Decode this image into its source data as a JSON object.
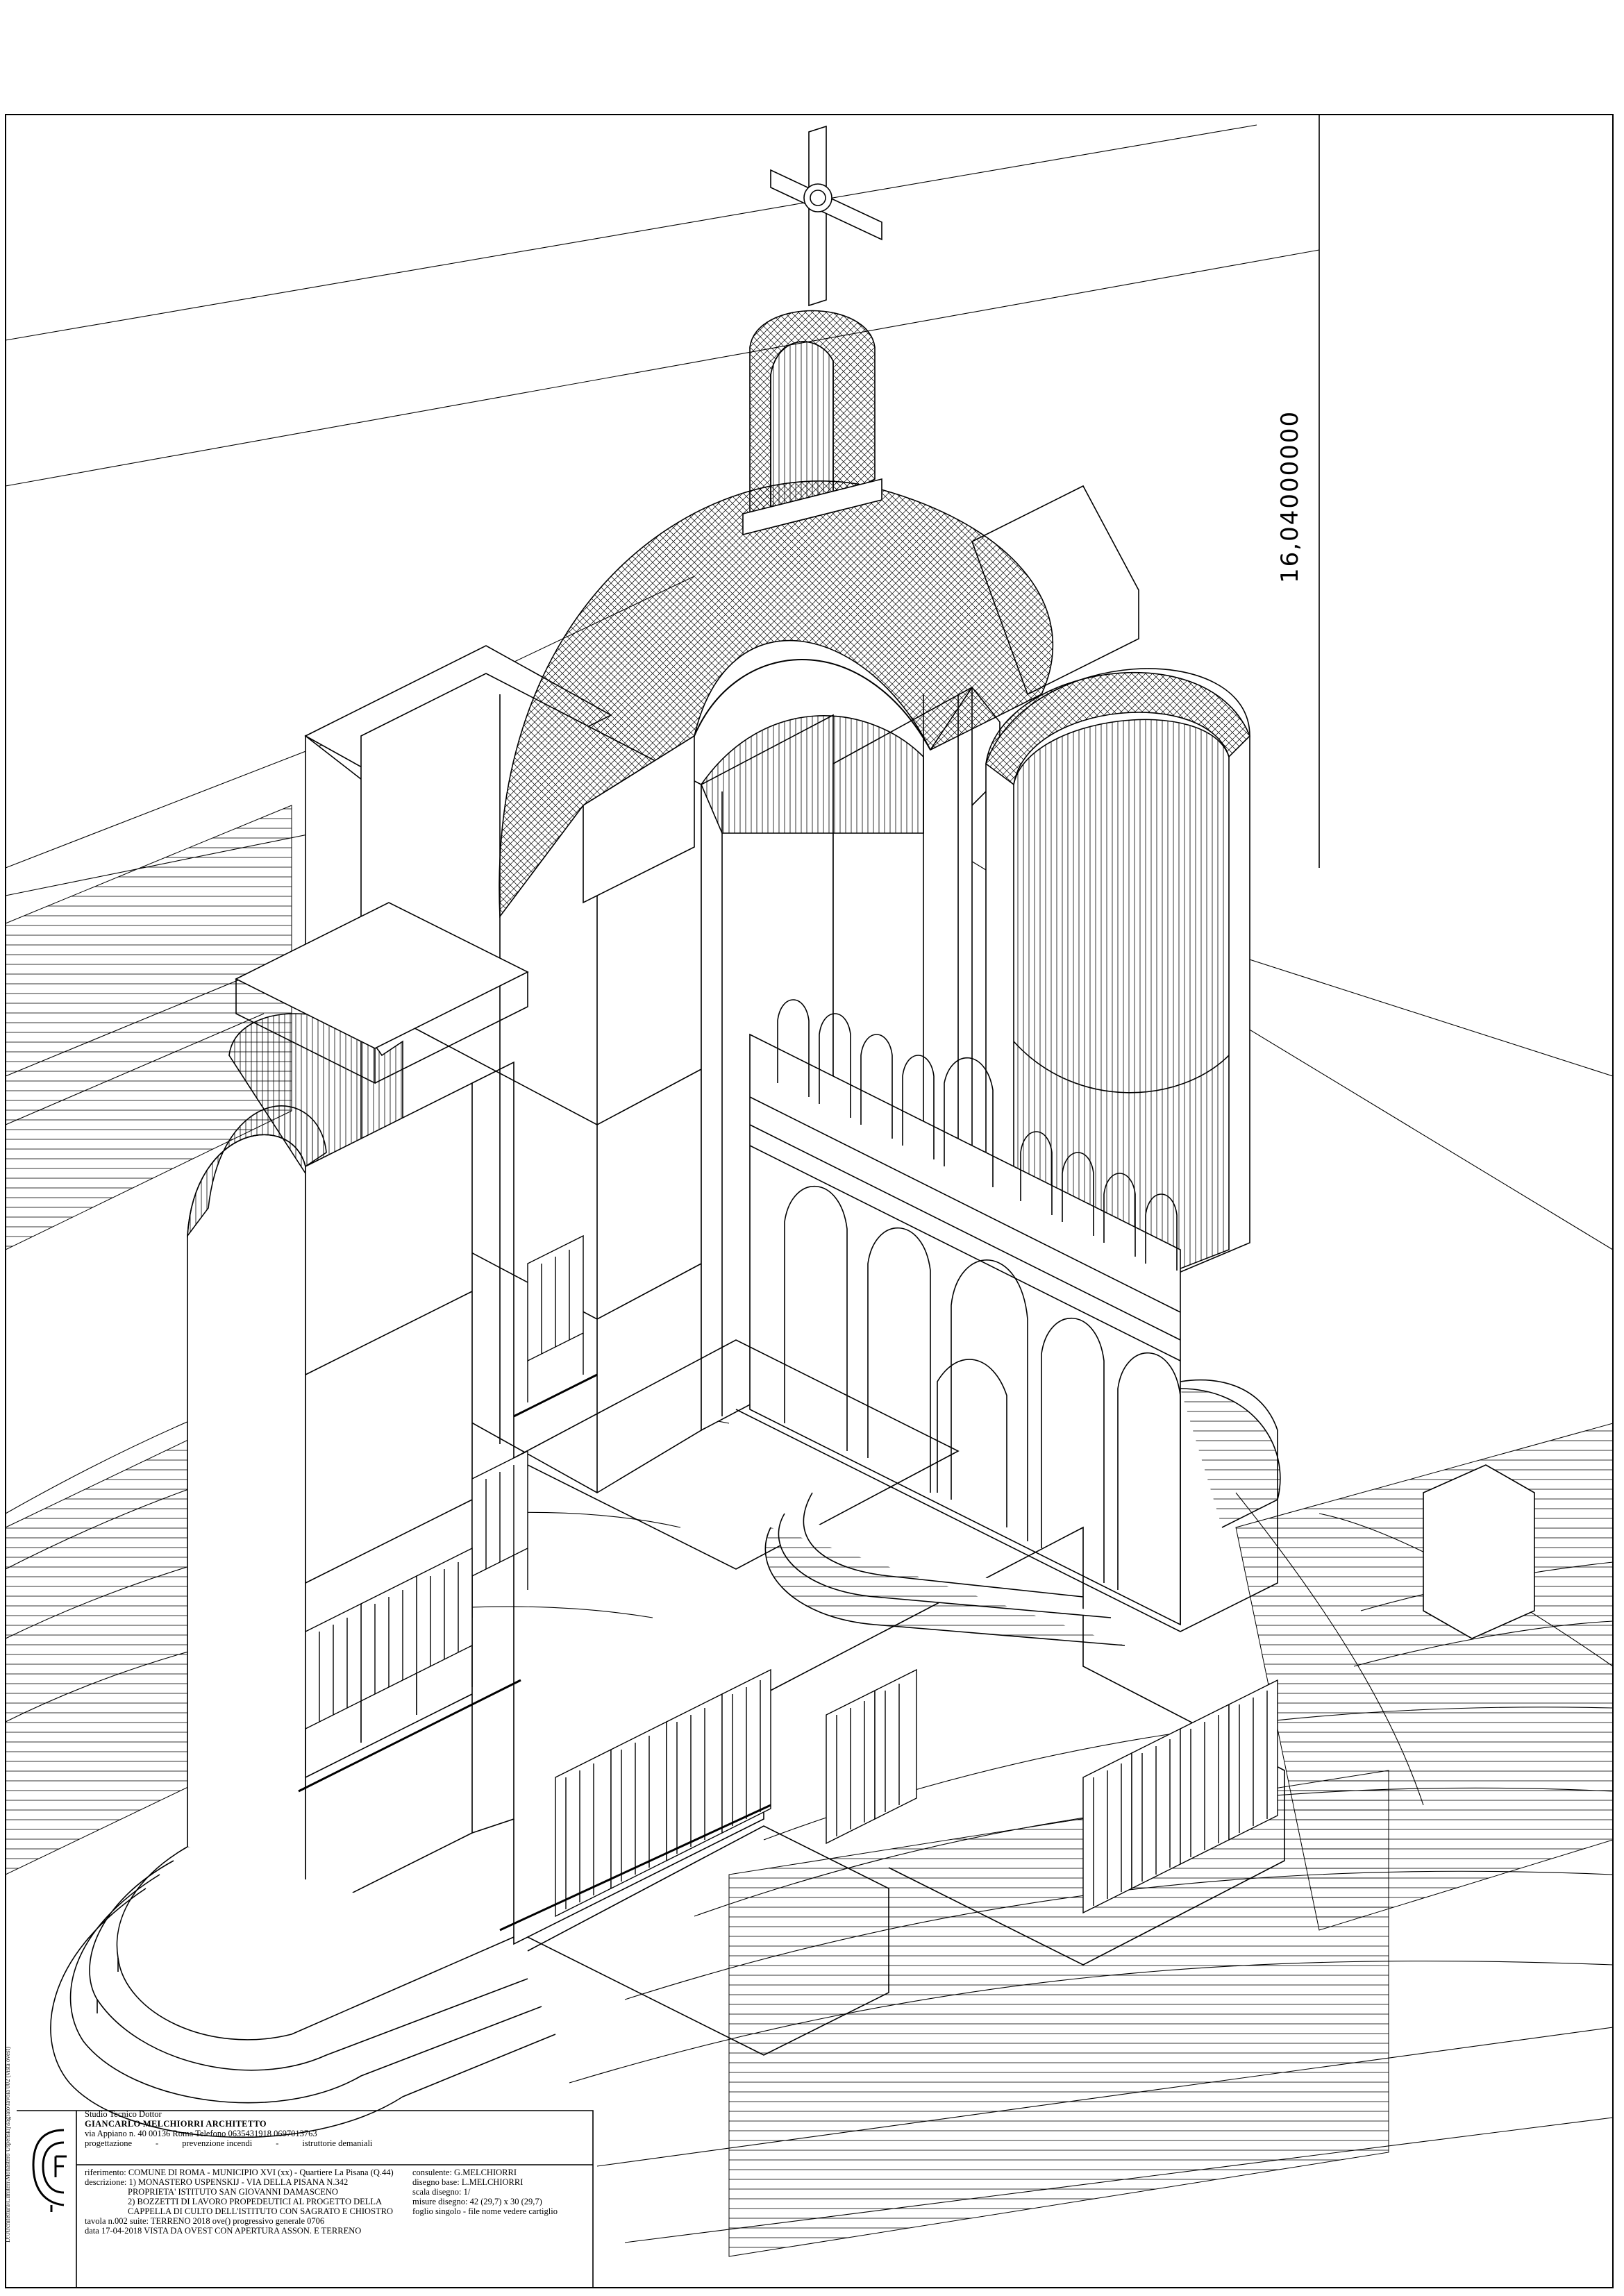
{
  "drawing": {
    "height_dimension": "16,04000000",
    "side_note": "D:\\Architettura\\Cimiteri\\Monastero Uspenskij\\sagrato\\tavola 002 (vista ovest)"
  },
  "title_block": {
    "studio": {
      "line1": "Studio Tecnico Dottor",
      "name": "GIANCARLO MELCHIORRI ARCHITETTO",
      "address": "via Appiano n. 40   00136 Roma   Telefono 0635431918 0697013763",
      "services": [
        "progettazione",
        "prevenzione incendi",
        "istruttorie demaniali"
      ],
      "separator": "-"
    },
    "reference": {
      "riferimento": "riferimento: COMUNE DI ROMA - MUNICIPIO XVI (xx) - Quartiere La Pisana (Q.44)",
      "descrizione": "descrizione: 1) MONASTERO USPENSKIJ - VIA DELLA PISANA N.342",
      "desc2": "PROPRIETA' ISTITUTO SAN GIOVANNI DAMASCENO",
      "desc3": "2) BOZZETTI DI LAVORO PROPEDEUTICI AL PROGETTO DELLA",
      "desc4": "CAPPELLA DI CULTO DELL'ISTITUTO CON SAGRATO E CHIOSTRO",
      "tavola": "tavola n.002  suite: TERRENO 2018 ove()          progressivo generale 0706",
      "data": "data 17-04-2018          VISTA DA OVEST CON APERTURA ASSON. E TERRENO"
    },
    "meta": {
      "consulente": "consulente: G.MELCHIORRI",
      "disegno": "disegno base: L.MELCHIORRI",
      "scala": "scala disegno: 1/",
      "misure": "misure disegno: 42 (29,7) x 30 (29,7)",
      "foglio": "foglio singolo - file nome vedere cartiglio"
    }
  }
}
